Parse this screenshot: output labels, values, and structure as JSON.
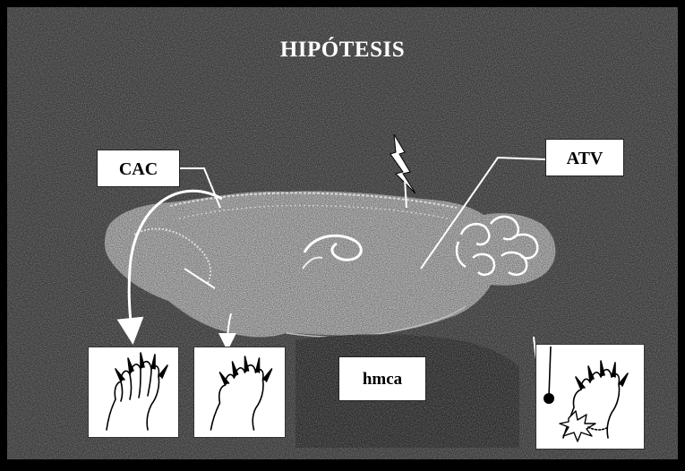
{
  "title": "HIPÓTESIS",
  "labels": {
    "cac": "CAC",
    "atv": "ATV",
    "hmca": "hmca"
  },
  "colors": {
    "background": "#2e2e2e",
    "border": "#000000",
    "label_background": "#ffffff",
    "text_light": "#ffffff"
  },
  "icons": {
    "lightning": "lightning-bolt-icon",
    "paw_normal_1": "paw-icon",
    "paw_normal_2": "paw-icon",
    "paw_lesion": "paw-with-electrode-icon"
  }
}
